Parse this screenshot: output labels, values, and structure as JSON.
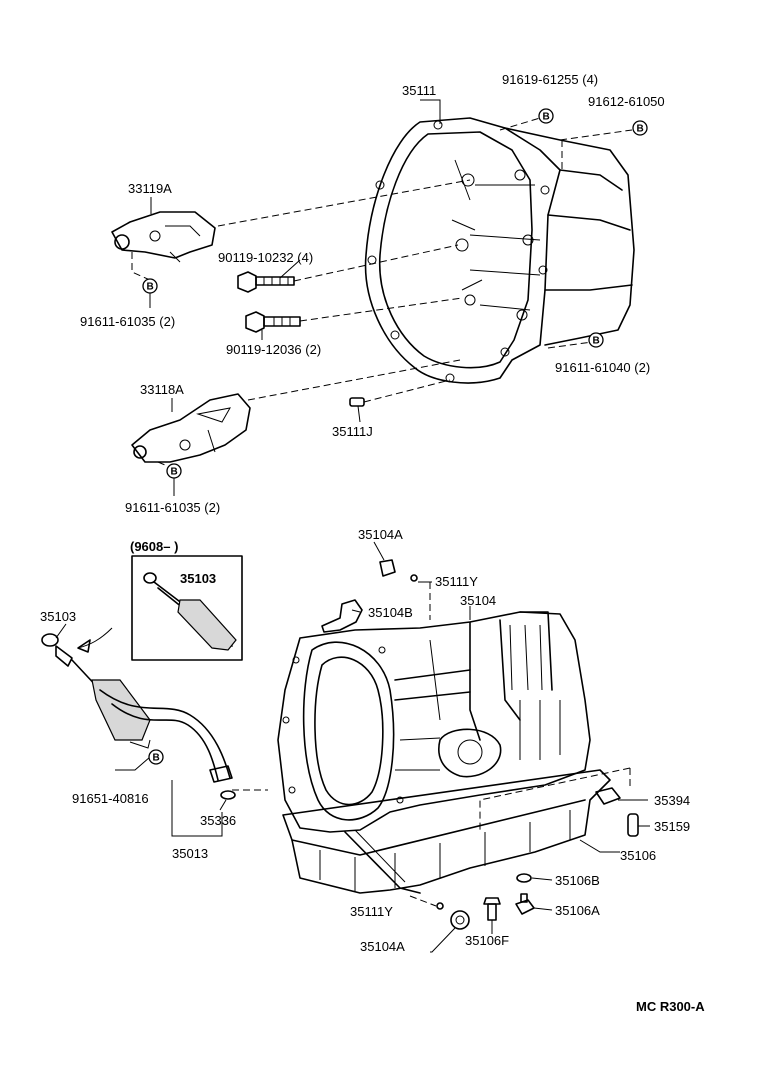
{
  "labels": {
    "p35111": "35111",
    "p91619": "91619-61255 (4)",
    "p91612": "91612-61050",
    "p33119A": "33119A",
    "p90119a": "90119-10232 (4)",
    "p91611a": "91611-61035 (2)",
    "p90119b": "90119-12036 (2)",
    "p91611_40": "91611-61040 (2)",
    "p33118A": "33118A",
    "p35111J": "35111J",
    "p91611b": "91611-61035 (2)",
    "p35104A_top": "35104A",
    "p9608": "(9608–          )",
    "p35103_box": "35103",
    "p35111Y_top": "35111Y",
    "p35104B": "35104B",
    "p35104": "35104",
    "p35103": "35103",
    "p91651": "91651-40816",
    "p35336": "35336",
    "p35013": "35013",
    "p35394": "35394",
    "p35159": "35159",
    "p35106": "35106",
    "p35106B": "35106B",
    "p35111Y_bot": "35111Y",
    "p35106A": "35106A",
    "p35104A_bot": "35104A",
    "p35106F": "35106F",
    "ref": "MC  R300-A"
  },
  "callouts": {
    "b1": "B",
    "b2": "B",
    "b3": "B",
    "b4": "B",
    "b5": "B",
    "b6": "B"
  }
}
